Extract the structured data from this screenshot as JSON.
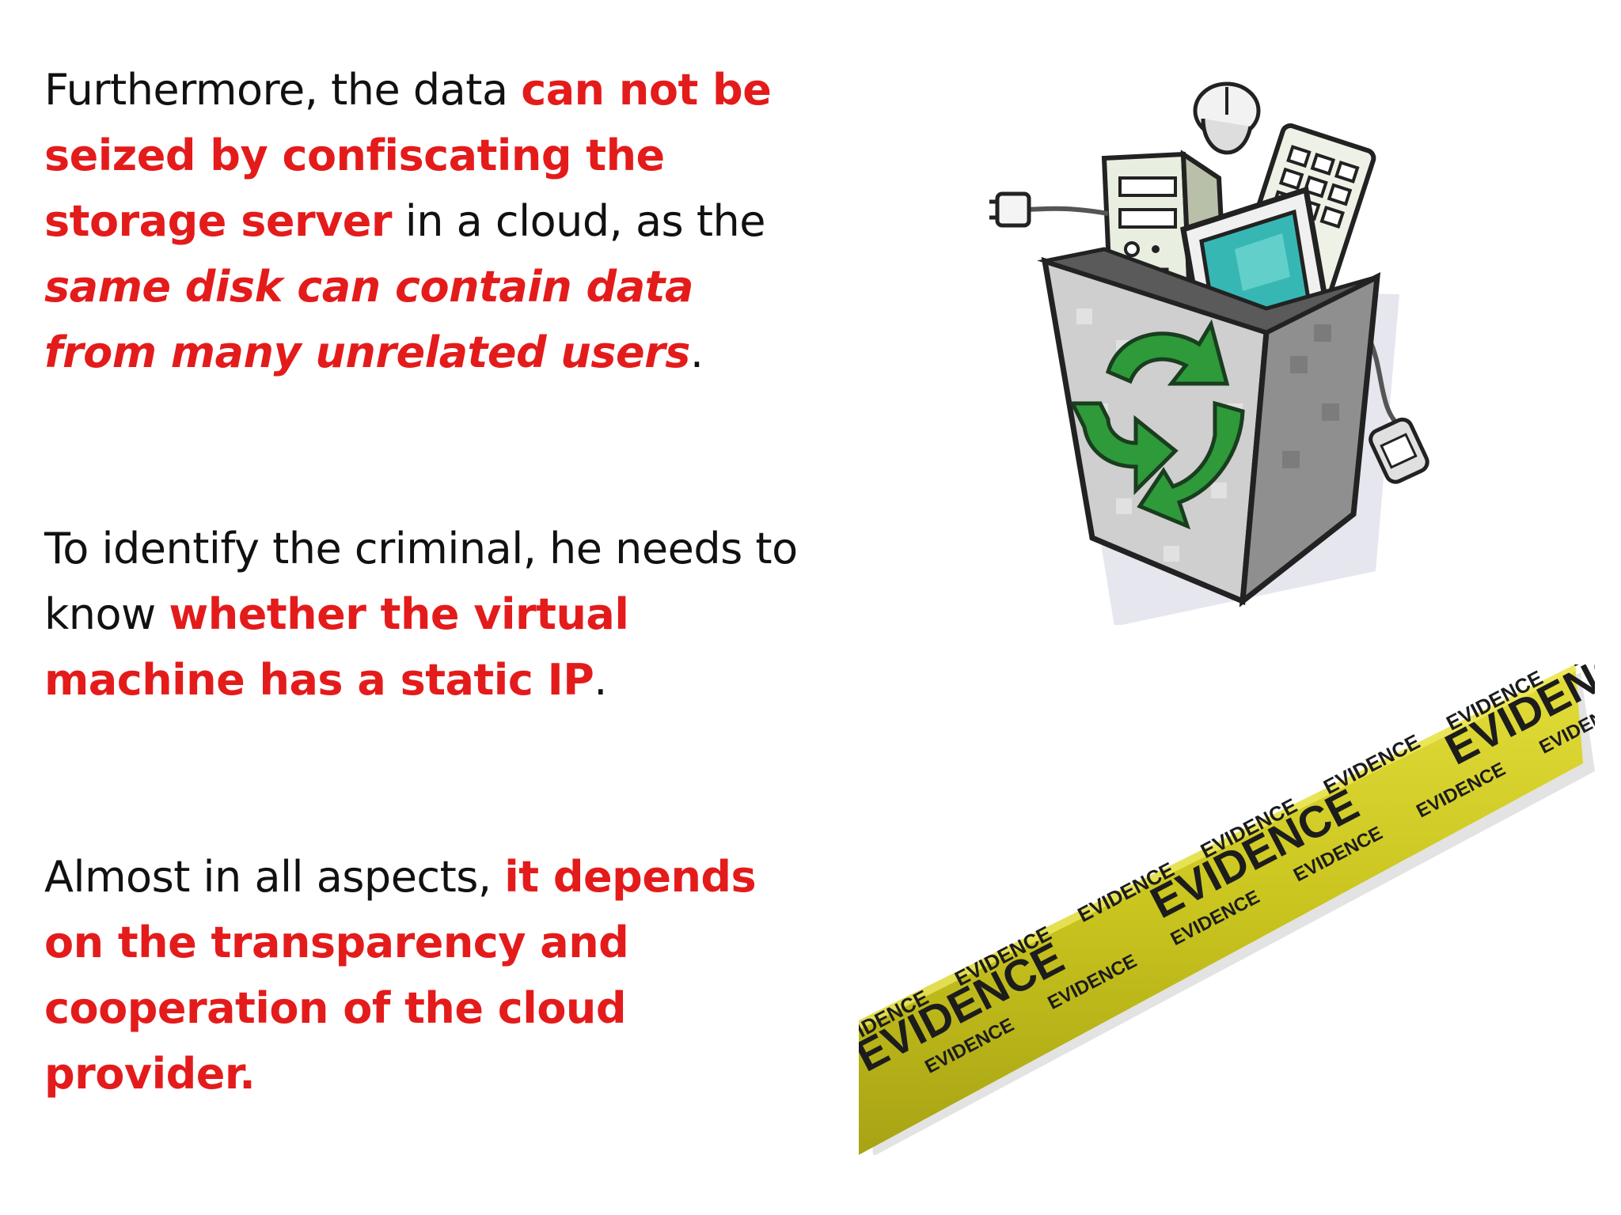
{
  "paragraphs": {
    "p1": {
      "s1": "Furthermore, the data ",
      "s2": "can not be seized by  confiscating the storage server",
      "s3": " in a cloud, as the ",
      "s4": "same disk can contain data from many unrelated users",
      "s5": "."
    },
    "p2": {
      "s1": "To identify the criminal, he needs to know ",
      "s2": "whether the virtual machine has a static IP",
      "s3": "."
    },
    "p3": {
      "s1": "Almost in all aspects, ",
      "s2": "it depends on the transparency and cooperation of the cloud provider."
    }
  },
  "tape": {
    "word": "EVIDENCE",
    "color": "#c9c41e"
  },
  "colors": {
    "highlight": "#e41b1b",
    "text": "#111111",
    "recycle_green": "#2e9a3a"
  }
}
